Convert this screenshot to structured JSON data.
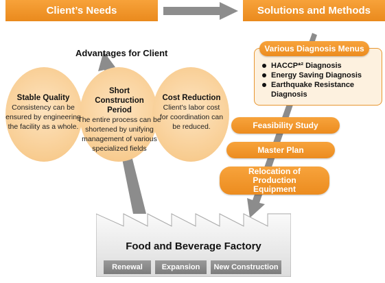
{
  "header": {
    "needs_label": "Client’s Needs",
    "solutions_label": "Solutions and Methods"
  },
  "advantages": {
    "title": "Advantages for Client",
    "items": [
      {
        "title": "Stable Quality",
        "text": "Consistency can be ensured by engineering the facility as a whole."
      },
      {
        "title": "Short Construction Period",
        "text": "The entire process can be shortened by unifying management of various specialized fields"
      },
      {
        "title": "Cost Reduction",
        "text": "Client’s labor cost for coordination can be reduced."
      }
    ]
  },
  "solutions": {
    "menus_title": "Various Diagnosis Menus",
    "menus": [
      "HACCP*² Diagnosis",
      "Energy Saving Diagnosis",
      "Earthquake Resistance Diagnosis"
    ],
    "steps": [
      "Feasibility Study",
      "Master Plan",
      "Relocation of Production Equipment"
    ]
  },
  "factory": {
    "title": "Food and Beverage Factory",
    "tags": [
      "Renewal",
      "Expansion",
      "New Construction"
    ]
  },
  "colors": {
    "accent": "#ef921f",
    "arrow_gray": "#8c8c8c",
    "circle": "#f8cc90"
  }
}
